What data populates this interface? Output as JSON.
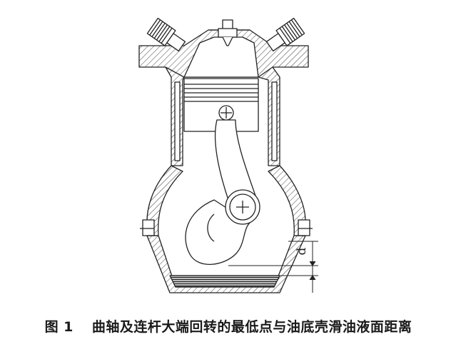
{
  "figure": {
    "caption_label": "图 1",
    "caption_text": "曲轴及连杆大端回转的最低点与油底壳滑油液面距离",
    "dimension_label": "d"
  },
  "colors": {
    "line": "#222222",
    "oil": "#333333",
    "background": "#ffffff"
  }
}
